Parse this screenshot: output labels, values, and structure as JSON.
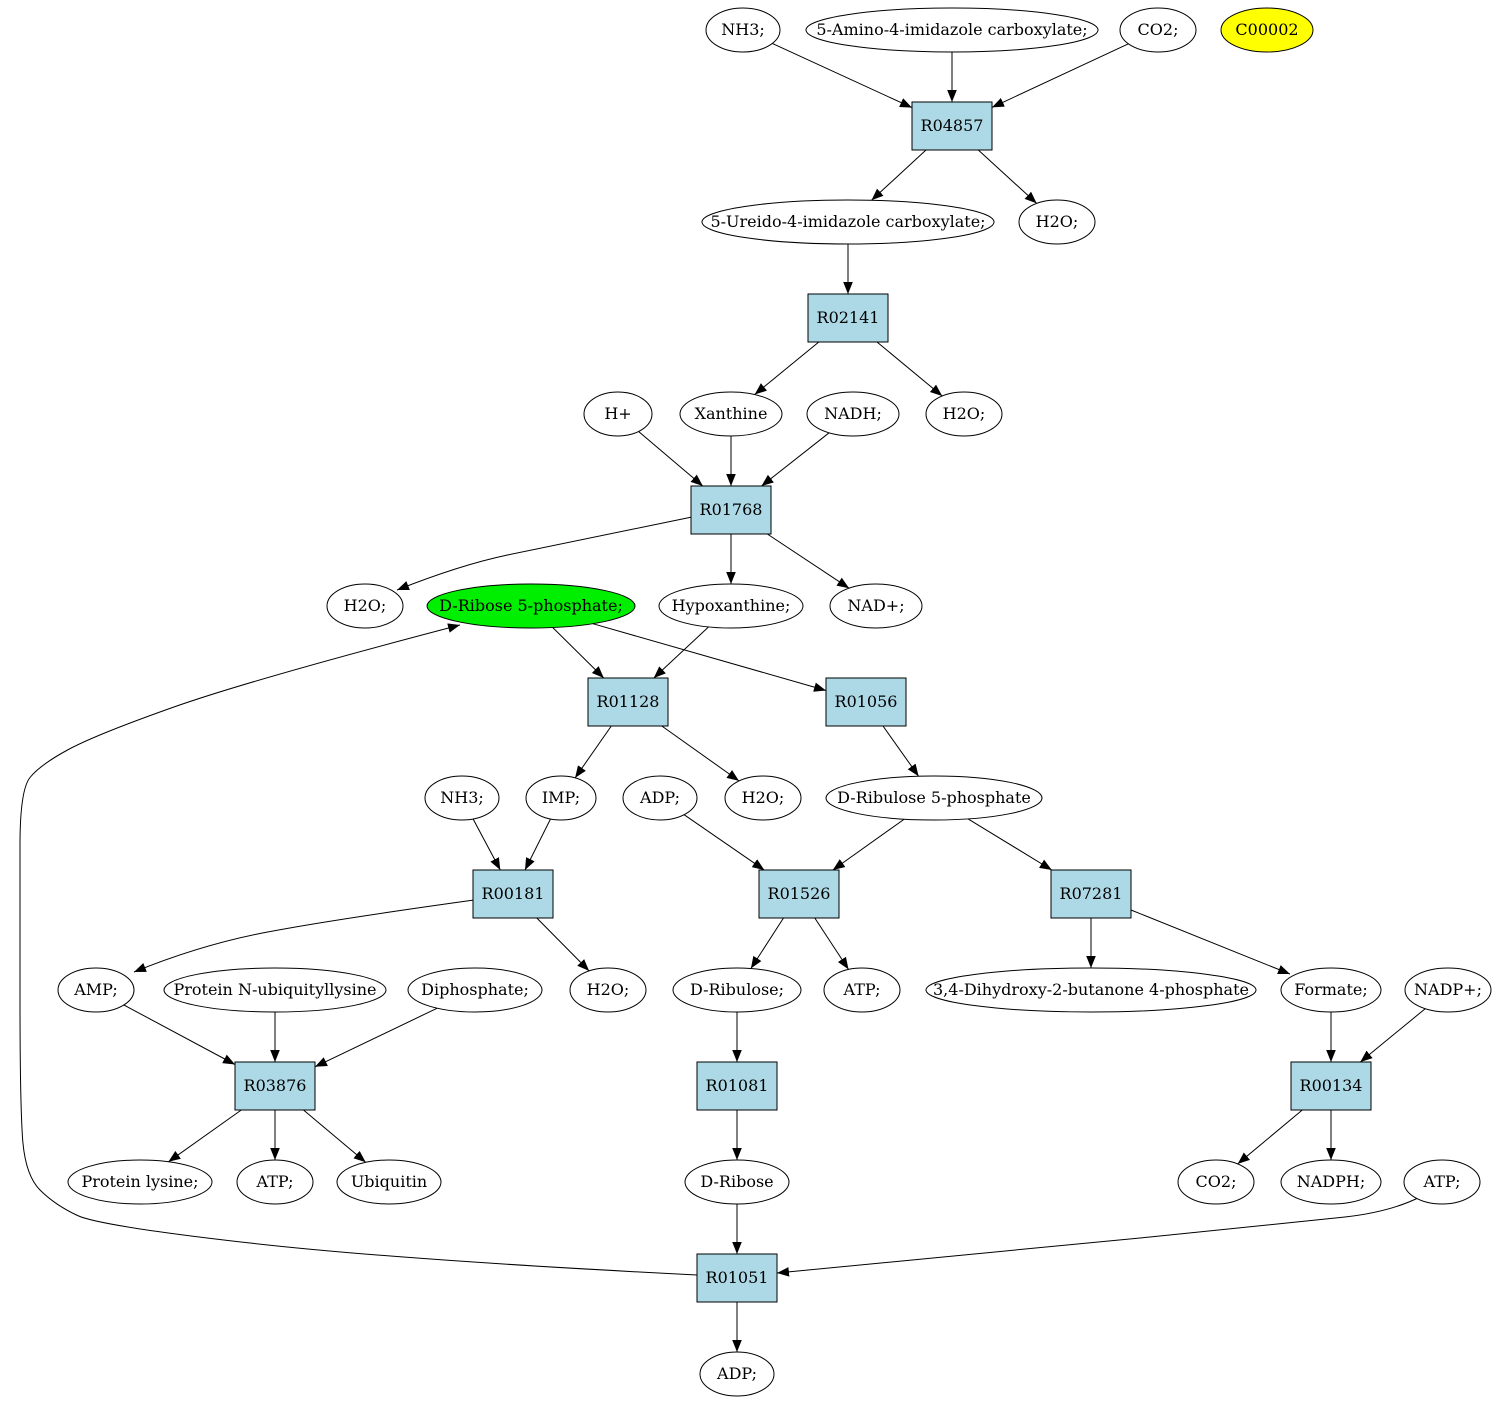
{
  "colors": {
    "reaction_fill": "#add8e6",
    "compound_fill": "#ffffff",
    "highlight_green": "#00ee00",
    "highlight_yellow": "#ffff00",
    "stroke": "#000000"
  },
  "nodes": [
    {
      "id": "nh3_a",
      "kind": "compound",
      "label": "NH3;"
    },
    {
      "id": "amino_imidazole",
      "kind": "compound",
      "label": "5-Amino-4-imidazole carboxylate;"
    },
    {
      "id": "co2_a",
      "kind": "compound",
      "label": "CO2;"
    },
    {
      "id": "c00002",
      "kind": "compound",
      "label": "C00002",
      "highlight": "yellow"
    },
    {
      "id": "r04857",
      "kind": "reaction",
      "label": "R04857"
    },
    {
      "id": "ureido_imidazole",
      "kind": "compound",
      "label": "5-Ureido-4-imidazole carboxylate;"
    },
    {
      "id": "h2o_a",
      "kind": "compound",
      "label": "H2O;"
    },
    {
      "id": "r02141",
      "kind": "reaction",
      "label": "R02141"
    },
    {
      "id": "h_plus",
      "kind": "compound",
      "label": "H+"
    },
    {
      "id": "xanthine",
      "kind": "compound",
      "label": "Xanthine"
    },
    {
      "id": "nadh",
      "kind": "compound",
      "label": "NADH;"
    },
    {
      "id": "h2o_b",
      "kind": "compound",
      "label": "H2O;"
    },
    {
      "id": "r01768",
      "kind": "reaction",
      "label": "R01768"
    },
    {
      "id": "h2o_c",
      "kind": "compound",
      "label": "H2O;"
    },
    {
      "id": "ribose5p",
      "kind": "compound",
      "label": "D-Ribose 5-phosphate;",
      "highlight": "green"
    },
    {
      "id": "hypoxanthine",
      "kind": "compound",
      "label": "Hypoxanthine;"
    },
    {
      "id": "nad_plus",
      "kind": "compound",
      "label": "NAD+;"
    },
    {
      "id": "r01128",
      "kind": "reaction",
      "label": "R01128"
    },
    {
      "id": "r01056",
      "kind": "reaction",
      "label": "R01056"
    },
    {
      "id": "nh3_b",
      "kind": "compound",
      "label": "NH3;"
    },
    {
      "id": "imp",
      "kind": "compound",
      "label": "IMP;"
    },
    {
      "id": "adp_a",
      "kind": "compound",
      "label": "ADP;"
    },
    {
      "id": "h2o_d",
      "kind": "compound",
      "label": "H2O;"
    },
    {
      "id": "ribulose5p",
      "kind": "compound",
      "label": "D-Ribulose 5-phosphate"
    },
    {
      "id": "r00181",
      "kind": "reaction",
      "label": "R00181"
    },
    {
      "id": "r01526",
      "kind": "reaction",
      "label": "R01526"
    },
    {
      "id": "r07281",
      "kind": "reaction",
      "label": "R07281"
    },
    {
      "id": "amp",
      "kind": "compound",
      "label": "AMP;"
    },
    {
      "id": "protein_ubiq",
      "kind": "compound",
      "label": "Protein N-ubiquityllysine"
    },
    {
      "id": "diphosphate",
      "kind": "compound",
      "label": "Diphosphate;"
    },
    {
      "id": "h2o_e",
      "kind": "compound",
      "label": "H2O;"
    },
    {
      "id": "ribulose",
      "kind": "compound",
      "label": "D-Ribulose;"
    },
    {
      "id": "atp_a",
      "kind": "compound",
      "label": "ATP;"
    },
    {
      "id": "dihydroxy_butanone",
      "kind": "compound",
      "label": "3,4-Dihydroxy-2-butanone 4-phosphate"
    },
    {
      "id": "formate",
      "kind": "compound",
      "label": "Formate;"
    },
    {
      "id": "nadp_plus",
      "kind": "compound",
      "label": "NADP+;"
    },
    {
      "id": "r03876",
      "kind": "reaction",
      "label": "R03876"
    },
    {
      "id": "r01081",
      "kind": "reaction",
      "label": "R01081"
    },
    {
      "id": "r00134",
      "kind": "reaction",
      "label": "R00134"
    },
    {
      "id": "protein_lysine",
      "kind": "compound",
      "label": "Protein lysine;"
    },
    {
      "id": "atp_b",
      "kind": "compound",
      "label": "ATP;"
    },
    {
      "id": "ubiquitin",
      "kind": "compound",
      "label": "Ubiquitin"
    },
    {
      "id": "ribose",
      "kind": "compound",
      "label": "D-Ribose"
    },
    {
      "id": "co2_b",
      "kind": "compound",
      "label": "CO2;"
    },
    {
      "id": "nadph",
      "kind": "compound",
      "label": "NADPH;"
    },
    {
      "id": "atp_c",
      "kind": "compound",
      "label": "ATP;"
    },
    {
      "id": "r01051",
      "kind": "reaction",
      "label": "R01051"
    },
    {
      "id": "adp_b",
      "kind": "compound",
      "label": "ADP;"
    }
  ],
  "edges": [
    {
      "from": "nh3_a",
      "to": "r04857"
    },
    {
      "from": "amino_imidazole",
      "to": "r04857"
    },
    {
      "from": "co2_a",
      "to": "r04857"
    },
    {
      "from": "r04857",
      "to": "ureido_imidazole"
    },
    {
      "from": "r04857",
      "to": "h2o_a"
    },
    {
      "from": "ureido_imidazole",
      "to": "r02141"
    },
    {
      "from": "r02141",
      "to": "xanthine"
    },
    {
      "from": "r02141",
      "to": "h2o_b"
    },
    {
      "from": "h_plus",
      "to": "r01768"
    },
    {
      "from": "xanthine",
      "to": "r01768"
    },
    {
      "from": "nadh",
      "to": "r01768"
    },
    {
      "from": "r01768",
      "to": "h2o_c"
    },
    {
      "from": "r01768",
      "to": "hypoxanthine"
    },
    {
      "from": "r01768",
      "to": "nad_plus"
    },
    {
      "from": "ribose5p",
      "to": "r01128"
    },
    {
      "from": "hypoxanthine",
      "to": "r01128"
    },
    {
      "from": "ribose5p",
      "to": "r01056"
    },
    {
      "from": "r01128",
      "to": "imp"
    },
    {
      "from": "r01128",
      "to": "h2o_d"
    },
    {
      "from": "r01056",
      "to": "ribulose5p"
    },
    {
      "from": "nh3_b",
      "to": "r00181"
    },
    {
      "from": "imp",
      "to": "r00181"
    },
    {
      "from": "adp_a",
      "to": "r01526"
    },
    {
      "from": "ribulose5p",
      "to": "r01526"
    },
    {
      "from": "ribulose5p",
      "to": "r07281"
    },
    {
      "from": "r00181",
      "to": "amp"
    },
    {
      "from": "r00181",
      "to": "h2o_e"
    },
    {
      "from": "r01526",
      "to": "ribulose"
    },
    {
      "from": "r01526",
      "to": "atp_a"
    },
    {
      "from": "r07281",
      "to": "dihydroxy_butanone"
    },
    {
      "from": "r07281",
      "to": "formate"
    },
    {
      "from": "amp",
      "to": "r03876"
    },
    {
      "from": "protein_ubiq",
      "to": "r03876"
    },
    {
      "from": "diphosphate",
      "to": "r03876"
    },
    {
      "from": "ribulose",
      "to": "r01081"
    },
    {
      "from": "formate",
      "to": "r00134"
    },
    {
      "from": "nadp_plus",
      "to": "r00134"
    },
    {
      "from": "r03876",
      "to": "protein_lysine"
    },
    {
      "from": "r03876",
      "to": "atp_b"
    },
    {
      "from": "r03876",
      "to": "ubiquitin"
    },
    {
      "from": "r01081",
      "to": "ribose"
    },
    {
      "from": "r00134",
      "to": "co2_b"
    },
    {
      "from": "r00134",
      "to": "nadph"
    },
    {
      "from": "ribose",
      "to": "r01051"
    },
    {
      "from": "atp_c",
      "to": "r01051"
    },
    {
      "from": "r01051",
      "to": "ribose5p"
    },
    {
      "from": "r01051",
      "to": "adp_b"
    }
  ]
}
